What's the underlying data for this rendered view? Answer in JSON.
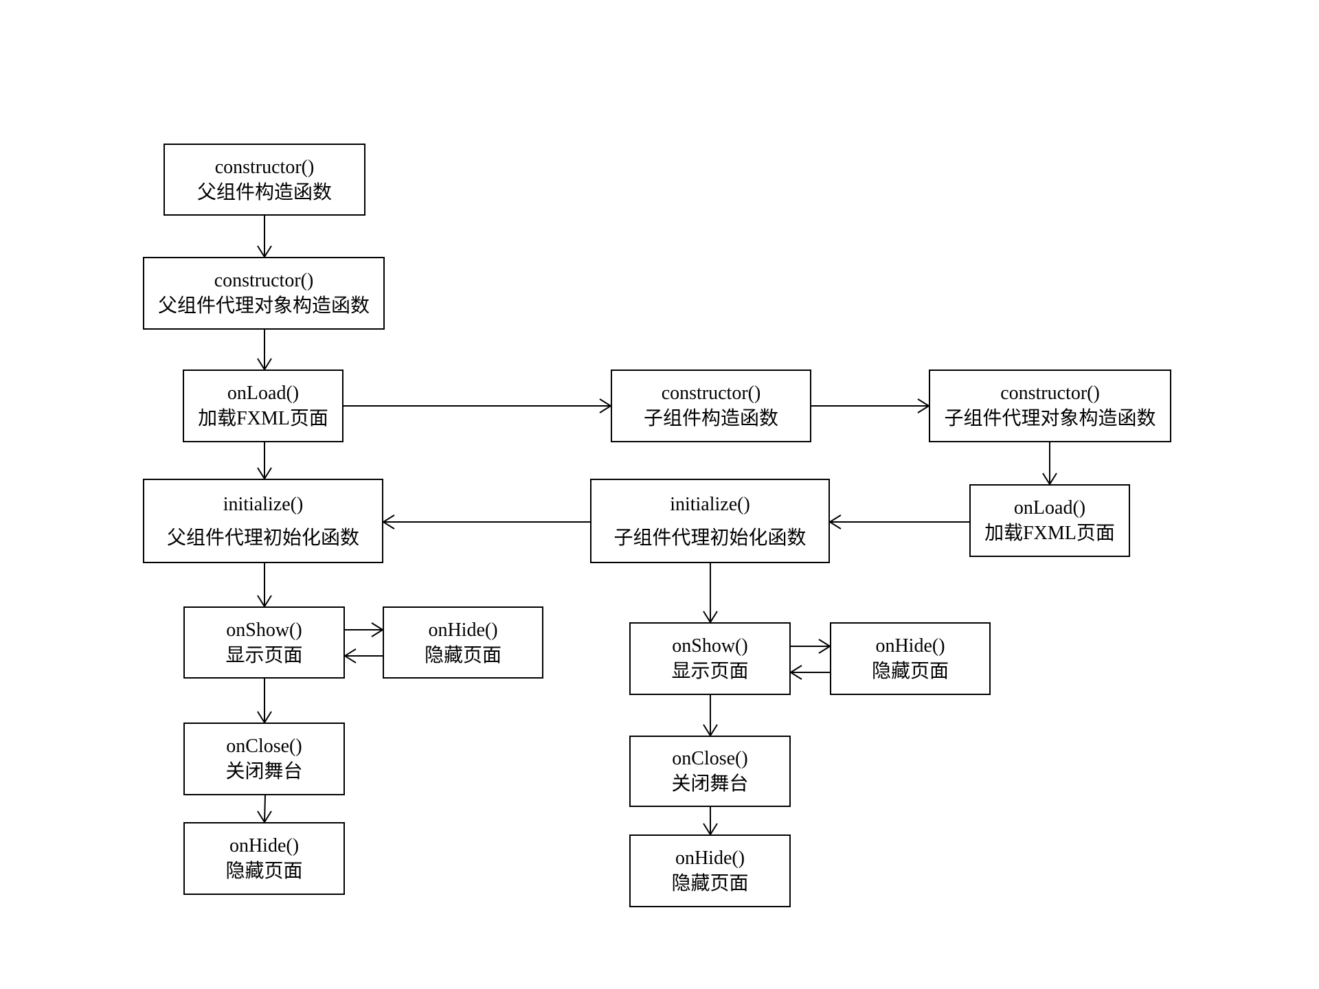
{
  "nodes": {
    "parent_ctor": {
      "line1": "constructor()",
      "line2": "父组件构造函数"
    },
    "parent_proxy_ctor": {
      "line1": "constructor()",
      "line2": "父组件代理对象构造函数"
    },
    "parent_onload": {
      "line1": "onLoad()",
      "line2": "加载FXML页面"
    },
    "child_ctor": {
      "line1": "constructor()",
      "line2": "子组件构造函数"
    },
    "child_proxy_ctor": {
      "line1": "constructor()",
      "line2": "子组件代理对象构造函数"
    },
    "child_onload": {
      "line1": "onLoad()",
      "line2": "加载FXML页面"
    },
    "child_init": {
      "line1": "initialize()",
      "line2": "子组件代理初始化函数"
    },
    "parent_init": {
      "line1": "initialize()",
      "line2": "父组件代理初始化函数"
    },
    "parent_onshow": {
      "line1": "onShow()",
      "line2": "显示页面"
    },
    "parent_onhide_side": {
      "line1": "onHide()",
      "line2": "隐藏页面"
    },
    "parent_onclose": {
      "line1": "onClose()",
      "line2": "关闭舞台"
    },
    "parent_onhide": {
      "line1": "onHide()",
      "line2": "隐藏页面"
    },
    "child_onshow": {
      "line1": "onShow()",
      "line2": "显示页面"
    },
    "child_onhide_side": {
      "line1": "onHide()",
      "line2": "隐藏页面"
    },
    "child_onclose": {
      "line1": "onClose()",
      "line2": "关闭舞台"
    },
    "child_onhide": {
      "line1": "onHide()",
      "line2": "隐藏页面"
    }
  },
  "edges": [
    {
      "from": "parent_ctor",
      "to": "parent_proxy_ctor"
    },
    {
      "from": "parent_proxy_ctor",
      "to": "parent_onload"
    },
    {
      "from": "parent_onload",
      "to": "child_ctor"
    },
    {
      "from": "child_ctor",
      "to": "child_proxy_ctor"
    },
    {
      "from": "child_proxy_ctor",
      "to": "child_onload"
    },
    {
      "from": "child_onload",
      "to": "child_init"
    },
    {
      "from": "child_init",
      "to": "parent_init"
    },
    {
      "from": "parent_onload",
      "to": "parent_init"
    },
    {
      "from": "parent_init",
      "to": "parent_onshow"
    },
    {
      "from": "parent_onshow",
      "to": "parent_onhide_side"
    },
    {
      "from": "parent_onhide_side",
      "to": "parent_onshow"
    },
    {
      "from": "parent_onshow",
      "to": "parent_onclose"
    },
    {
      "from": "parent_onclose",
      "to": "parent_onhide"
    },
    {
      "from": "child_init",
      "to": "child_onshow"
    },
    {
      "from": "child_onshow",
      "to": "child_onhide_side"
    },
    {
      "from": "child_onhide_side",
      "to": "child_onshow"
    },
    {
      "from": "child_onshow",
      "to": "child_onclose"
    },
    {
      "from": "child_onclose",
      "to": "child_onhide"
    }
  ],
  "colors": {
    "stroke": "#000000",
    "fill": "#ffffff",
    "text": "#000000"
  }
}
